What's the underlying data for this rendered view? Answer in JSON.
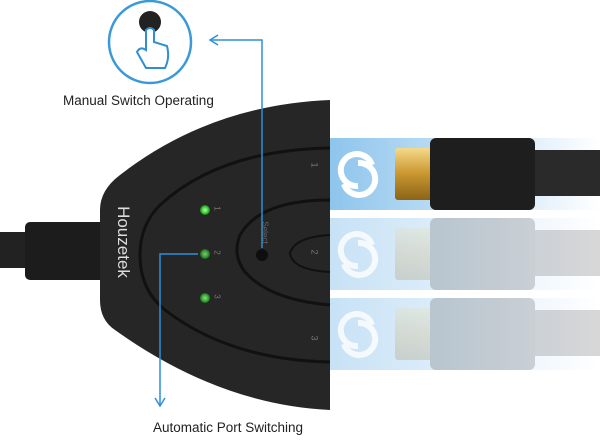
{
  "callouts": {
    "manual": "Manual Switch Operating",
    "automatic": "Automatic Port Switching"
  },
  "device": {
    "brand": "Houzetek",
    "button_label": "Select",
    "led_labels": [
      "1",
      "2",
      "3"
    ],
    "port_labels": [
      "1",
      "2",
      "3"
    ]
  },
  "colors": {
    "accent": "#2f8fd6",
    "band": "#a9d3f0",
    "led": "#3fd43f",
    "body": "#262626"
  }
}
